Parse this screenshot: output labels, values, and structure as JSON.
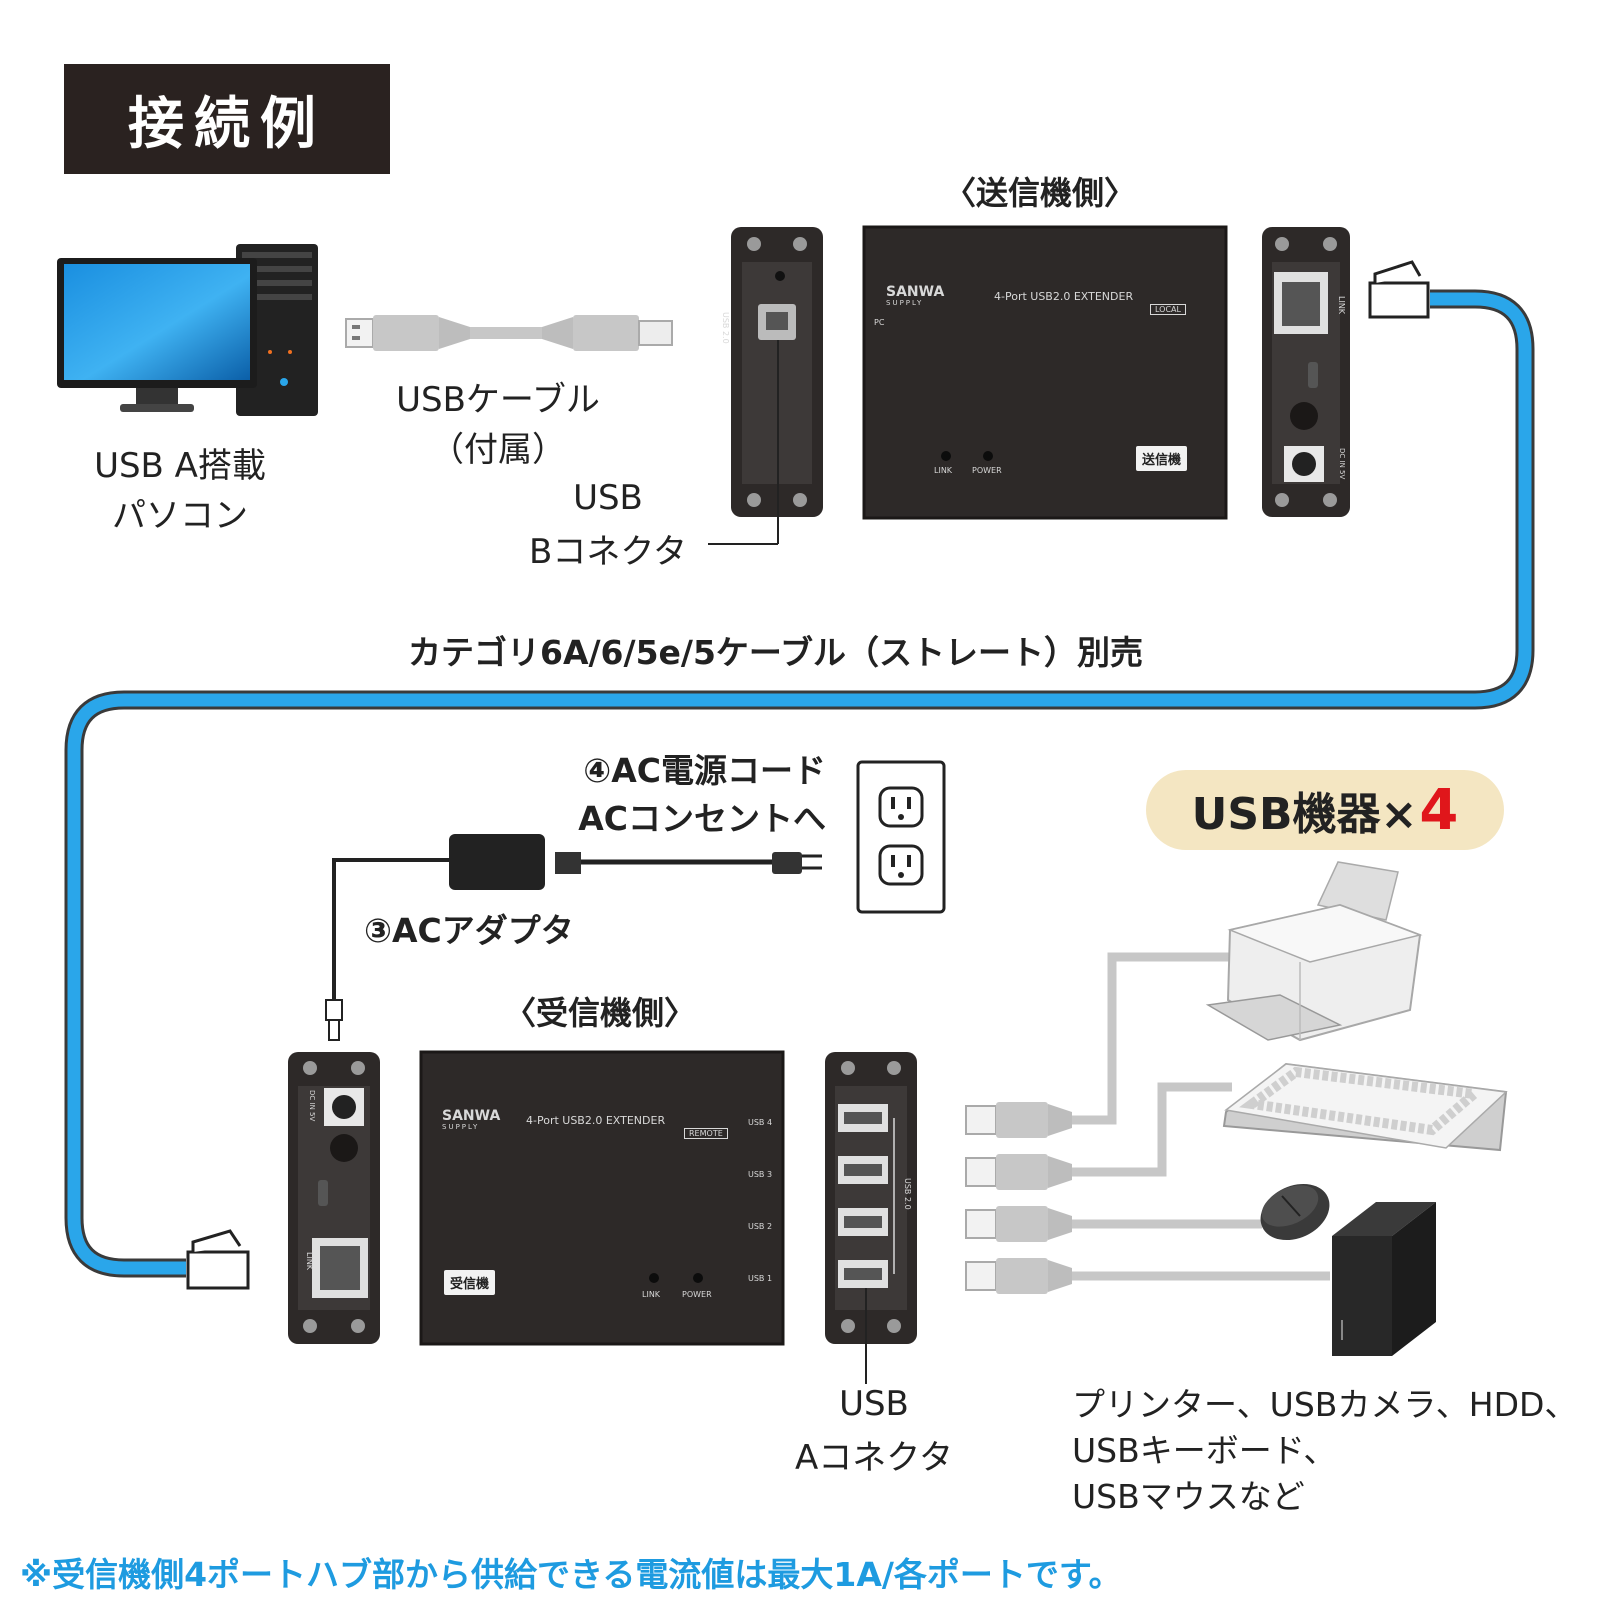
{
  "title": "接続例",
  "colors": {
    "lan_cable": "#2aa6ea",
    "title_bg": "#2a2220",
    "pill_bg": "#f4e6c2",
    "accent_red": "#e0161b",
    "note_blue": "#1e9be0",
    "device_body": "#2d2928"
  },
  "labels": {
    "sender_side": "〈送信機側〉",
    "receiver_side": "〈受信機側〉",
    "usb_cable_line1": "USBケーブル",
    "usb_cable_line2": "（付属）",
    "pc_line1": "USB A搭載",
    "pc_line2": "パソコン",
    "usb_b_line1": "USB",
    "usb_b_line2": "Bコネクタ",
    "lan_cable": "カテゴリ6A/6/5e/5ケーブル（ストレート）別売",
    "ac_cord_line1": "④AC電源コード",
    "ac_cord_line2": "ACコンセントへ",
    "ac_adapter": "③ACアダプタ",
    "usb_devices": "USB機器×",
    "usb_devices_count": "4",
    "usb_a_line1": "USB",
    "usb_a_line2": "Aコネクタ",
    "devices_line1": "プリンター、USBカメラ、HDD、",
    "devices_line2": "USBキーボード、",
    "devices_line3": "USBマウスなど"
  },
  "sender_device": {
    "brand": "SANWA",
    "brand_sub": "SUPPLY",
    "model": "4-Port USB2.0 EXTENDER",
    "mode": "LOCAL",
    "port_label": "PC",
    "led_link": "LINK",
    "led_power": "POWER",
    "badge": "送信機",
    "side_port": "USB 2.0",
    "side_link": "LINK",
    "side_dc": "DC IN 5V"
  },
  "receiver_device": {
    "brand": "SANWA",
    "brand_sub": "SUPPLY",
    "model": "4-Port USB2.0 EXTENDER",
    "mode": "REMOTE",
    "ports": [
      "USB 4",
      "USB 3",
      "USB 2",
      "USB 1"
    ],
    "led_link": "LINK",
    "led_power": "POWER",
    "badge": "受信機",
    "side_port": "USB 2.0",
    "side_link": "LINK",
    "side_dc": "DC IN 5V"
  },
  "footnote": "※受信機側4ポートハブ部から供給できる電流値は最大1A/各ポートです。"
}
